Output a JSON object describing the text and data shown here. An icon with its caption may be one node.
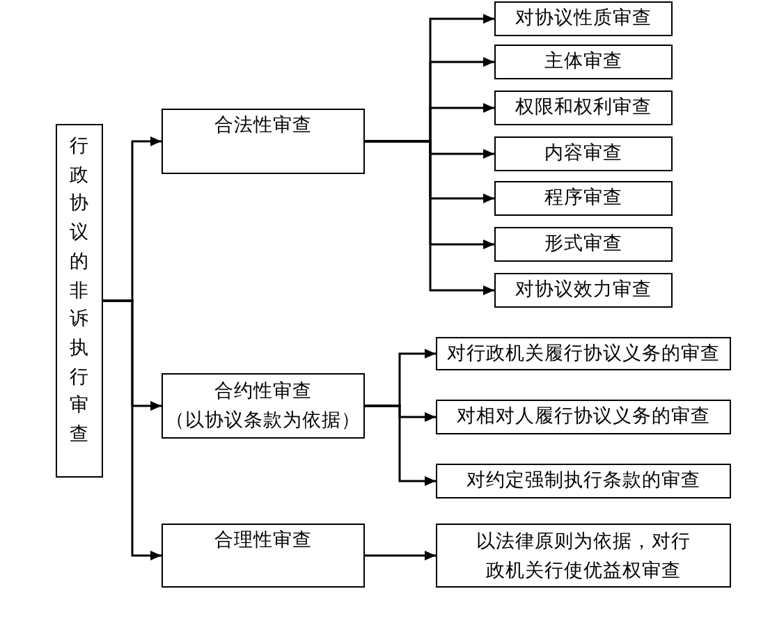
{
  "diagram": {
    "nodes": [
      {
        "text": [
          "行政协议的非诉执行审查"
        ]
      },
      {
        "text": [
          "合法性审查"
        ]
      },
      {
        "text": [
          "对协议性质审查"
        ]
      },
      {
        "text": [
          "主体审查"
        ]
      },
      {
        "text": [
          "权限和权利审查"
        ]
      },
      {
        "text": [
          "内容审查"
        ]
      },
      {
        "text": [
          "程序审查"
        ]
      },
      {
        "text": [
          "形式审查"
        ]
      },
      {
        "text": [
          "对协议效力审查"
        ]
      },
      {
        "text": [
          "合约性审查",
          "（以协议条款为依据）"
        ]
      },
      {
        "text": [
          "对行政机关履行协议义务的审查"
        ]
      },
      {
        "text": [
          "对相对人履行协议义务的审查"
        ]
      },
      {
        "text": [
          "对约定强制执行条款的审查"
        ]
      },
      {
        "text": [
          "合理性审查"
        ]
      },
      {
        "text": [
          "以法律原则为依据，对行政机关行使优益权审查"
        ]
      }
    ],
    "edges": [
      {
        "from": 0,
        "to": 1,
        "arrow": "to"
      },
      {
        "from": 0,
        "to": 9,
        "arrow": "to"
      },
      {
        "from": 0,
        "to": 13,
        "arrow": "to"
      },
      {
        "from": 1,
        "to": 2,
        "arrow": "to"
      },
      {
        "from": 1,
        "to": 3,
        "arrow": "to"
      },
      {
        "from": 1,
        "to": 4,
        "arrow": "to"
      },
      {
        "from": 1,
        "to": 5,
        "arrow": "to"
      },
      {
        "from": 1,
        "to": 6,
        "arrow": "to"
      },
      {
        "from": 1,
        "to": 7,
        "arrow": "to"
      },
      {
        "from": 1,
        "to": 8,
        "arrow": "to"
      },
      {
        "from": 9,
        "to": 10,
        "arrow": "to"
      },
      {
        "from": 9,
        "to": 11,
        "arrow": "to"
      },
      {
        "from": 9,
        "to": 12,
        "arrow": "to"
      },
      {
        "from": 13,
        "to": 14,
        "arrow": "to"
      }
    ]
  }
}
